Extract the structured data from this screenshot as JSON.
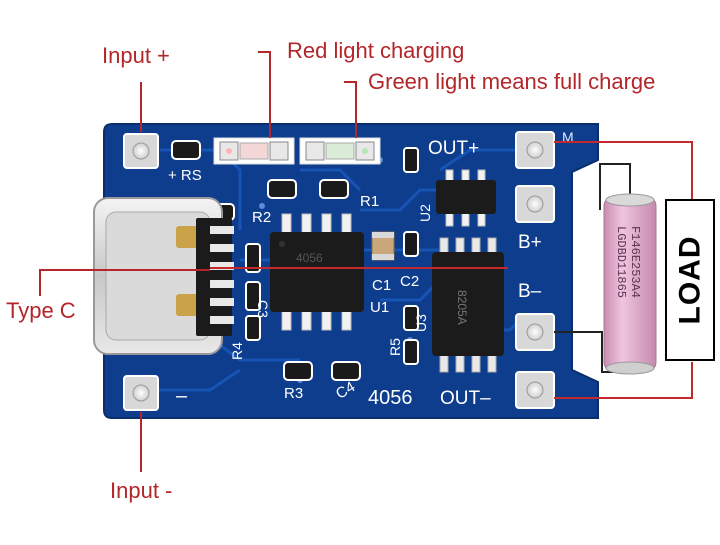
{
  "callouts": {
    "input_plus": "Input +",
    "red_light": "Red light charging",
    "green_light": "Green light means full charge",
    "type_c": "Type C",
    "input_minus": "Input -"
  },
  "board_labels": {
    "plus_rs": "+ RS",
    "out_plus": "OUT+",
    "out_minus": "OUT–",
    "b_plus": "B+",
    "b_minus": "B–",
    "minus": "–",
    "chip_4056": "4056",
    "r1": "R1",
    "r2": "R2",
    "r3": "R3",
    "r4": "R4",
    "r5": "R5",
    "c1": "C1",
    "c2": "C2",
    "c3": "C3",
    "c4": "C4",
    "u1": "U1",
    "u2": "U2",
    "u3": "U3",
    "m": "M",
    "chip_mark_1": "4056",
    "chip_mark_2": "8205A"
  },
  "battery": {
    "line1": "LGDBD11865",
    "line2": "F146E253A4"
  },
  "load": {
    "label": "LOAD"
  },
  "colors": {
    "pcb": "#0d3d8c",
    "callout": "#b3262a",
    "battery": "#dfa7c7",
    "wire": "#c42a2a"
  }
}
